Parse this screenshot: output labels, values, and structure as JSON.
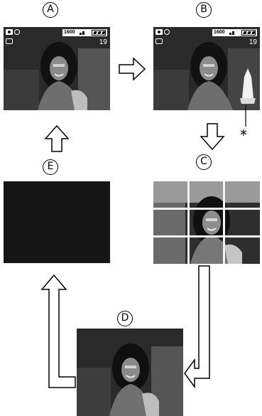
{
  "labels": {
    "a": "A",
    "b": "B",
    "c": "C",
    "d": "D",
    "e": "E"
  },
  "screen_a": {
    "resolution": "1600",
    "shot_count": "19"
  },
  "screen_b": {
    "resolution": "1600",
    "shot_count": "19"
  },
  "annotation": {
    "asterisk": "*"
  },
  "colors": {
    "screen_dark": "#1a1a1a",
    "overlay": "#ffffff",
    "outline": "#000000"
  }
}
